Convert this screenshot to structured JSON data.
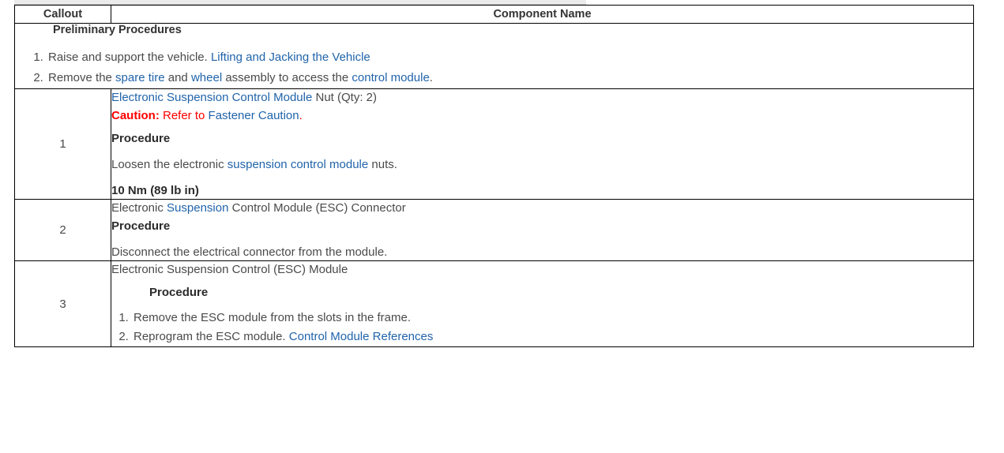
{
  "table": {
    "headers": {
      "callout": "Callout",
      "component_name": "Component Name"
    },
    "preliminary": {
      "title": "Preliminary Procedures",
      "steps": [
        {
          "text_before": "Raise and support the vehicle. ",
          "link": "Lifting and Jacking the Vehicle",
          "text_after": ""
        },
        {
          "text_before": "Remove the ",
          "link": "spare tire",
          "mid1": " and ",
          "link2": "wheel",
          "mid2": " assembly to access the ",
          "link3": "control module",
          "text_after": "."
        }
      ]
    },
    "rows": [
      {
        "callout": "1",
        "title_link": "Electronic Suspension Control Module",
        "title_rest": " Nut (Qty: 2)",
        "caution_label": "Caution:",
        "caution_text": " Refer to ",
        "caution_link": "Fastener Caution",
        "caution_end": ".",
        "procedure_heading": "Procedure",
        "procedure_before": "Loosen the electronic ",
        "procedure_link": "suspension control module",
        "procedure_after": " nuts.",
        "torque": "10 Nm (89 lb in)"
      },
      {
        "callout": "2",
        "title_before": "Electronic ",
        "title_link": "Suspension",
        "title_after": " Control Module (ESC) Connector",
        "procedure_heading": "Procedure",
        "procedure_text": "Disconnect the electrical connector from the module."
      },
      {
        "callout": "3",
        "title": "Electronic Suspension Control (ESC) Module",
        "procedure_heading": "Procedure",
        "steps": [
          {
            "text": "Remove the ESC module from the slots in the frame.",
            "link": ""
          },
          {
            "text": "Reprogram the ESC module. ",
            "link": "Control Module References"
          }
        ]
      }
    ]
  },
  "colors": {
    "link": "#2164ab",
    "caution": "#ff0000",
    "body_text": "#4a4a4a",
    "heading_text": "#2b2b2b",
    "border": "#000000"
  }
}
